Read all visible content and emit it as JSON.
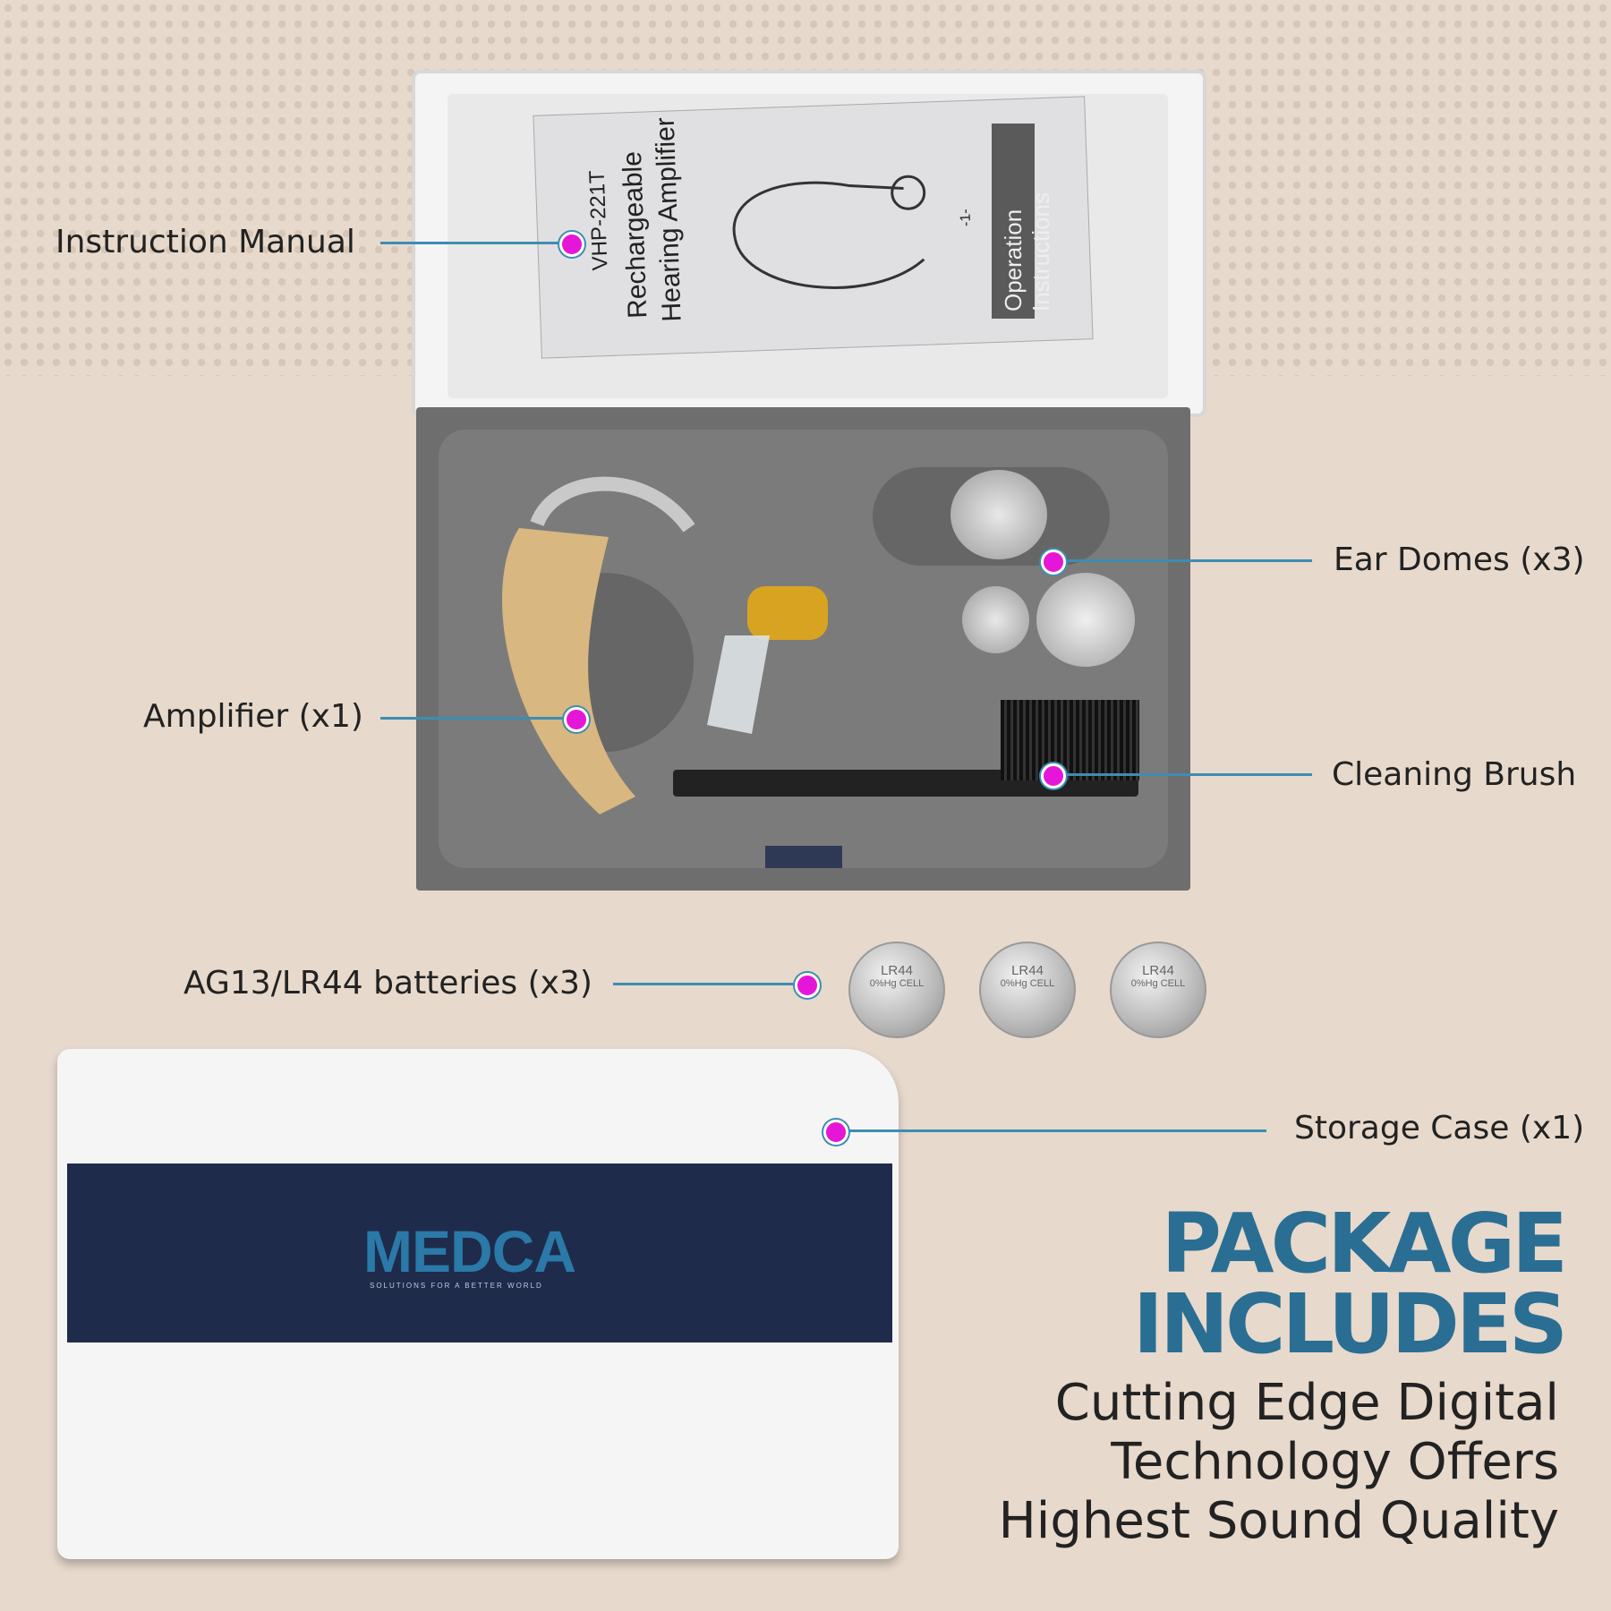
{
  "callouts": {
    "instruction_manual": "Instruction Manual",
    "amplifier": "Amplifier (x1)",
    "ear_domes": "Ear Domes (x3)",
    "cleaning_brush": "Cleaning Brush",
    "batteries": "AG13/LR44 batteries (x3)",
    "storage_case": "Storage Case (x1)"
  },
  "manual": {
    "model": "VHP-221T",
    "line1": "Rechargeable",
    "line2": "Hearing Amplifier",
    "operation": "Operation Instructions",
    "page": "-1-"
  },
  "battery": {
    "label": "LR44",
    "sub": "0%Hg CELL"
  },
  "case": {
    "brand": "MEDCA",
    "tagline": "SOLUTIONS FOR A BETTER WORLD"
  },
  "headline": {
    "line1": "PACKAGE",
    "line2": "INCLUDES"
  },
  "subheading": {
    "line1": "Cutting Edge Digital",
    "line2": "Technology Offers",
    "line3": "Highest Sound Quality"
  },
  "colors": {
    "accent": "#2a6e93",
    "callout_line": "#3d8db3",
    "callout_dot": "#e616d8",
    "background": "#e7d9cc"
  }
}
